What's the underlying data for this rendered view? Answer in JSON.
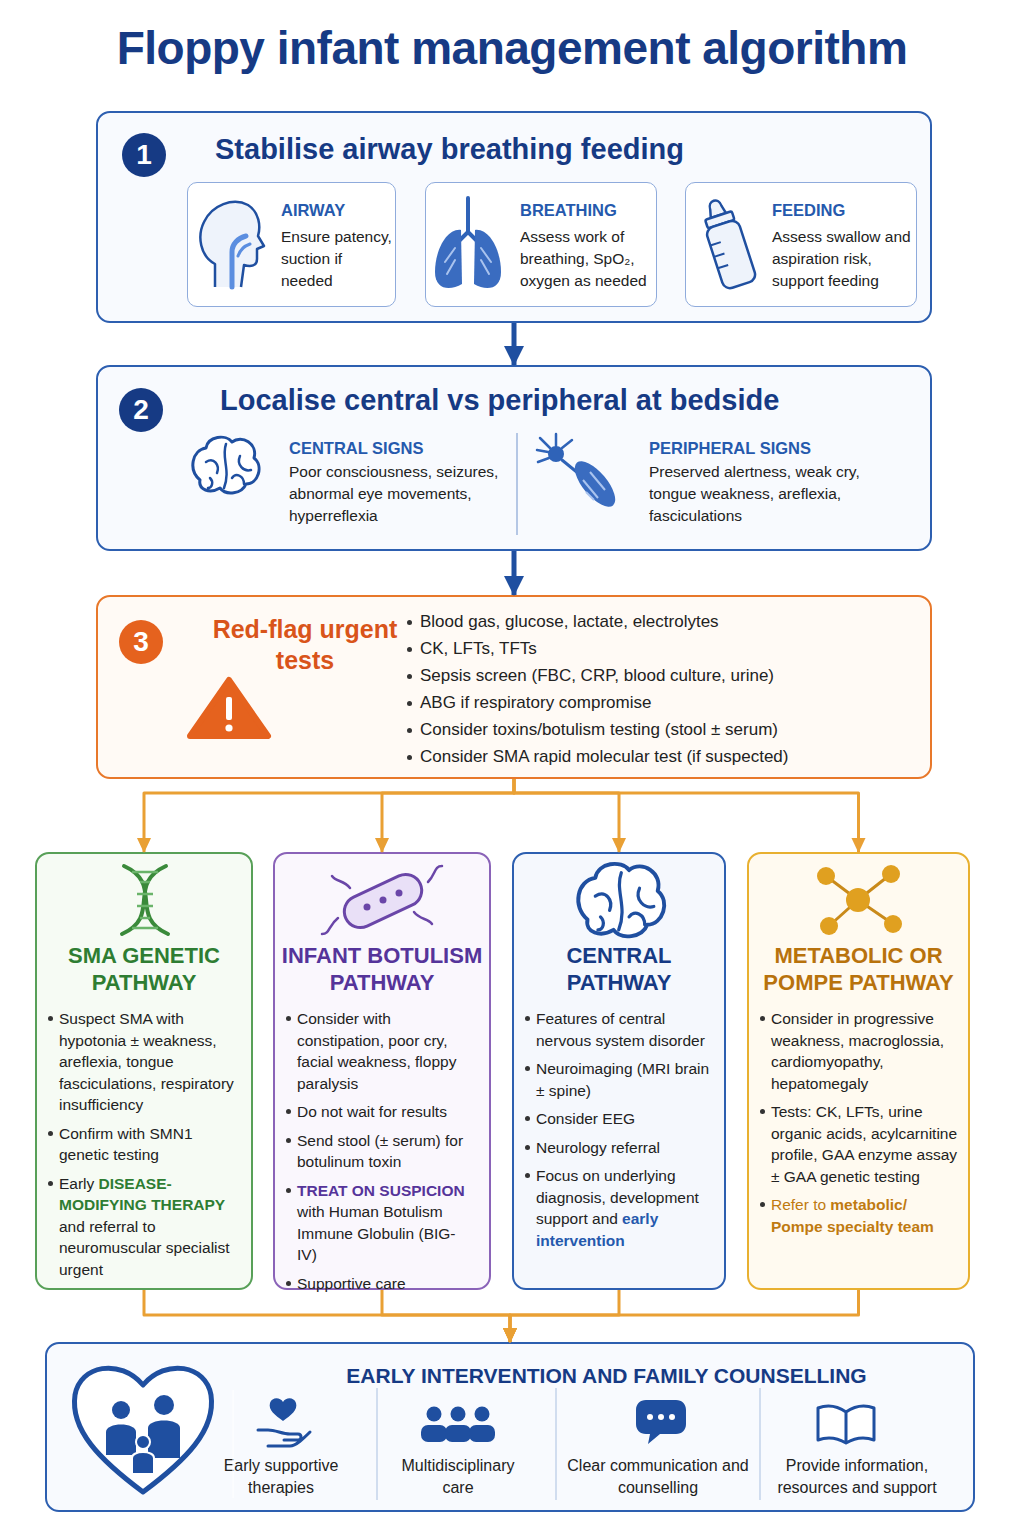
{
  "diagram": {
    "title": "Floppy infant management algorithm",
    "nodes": [
      {
        "text": [
          "Stabilise airway breathing feeding"
        ]
      },
      {
        "text": [
          "1"
        ],
        "in": 0
      },
      {
        "text": [
          "AIRWAY",
          "Ensure patency, suction if needed"
        ],
        "in": 0
      },
      {
        "text": [
          "BREATHING",
          "Assess work of breathing, SpO₂, oxygen as needed"
        ],
        "in": 0
      },
      {
        "text": [
          "FEEDING",
          "Assess swallow and aspiration risk, support feeding"
        ],
        "in": 0
      },
      {
        "text": [
          "Localise central vs peripheral at bedside",
          "CENTRAL SIGNS",
          "Poor consciousness, seizures, abnormal eye movements, hyperreflexia",
          "PERIPHERAL SIGNS",
          "Preserved alertness, weak cry, tongue weakness, areflexia, fasciculations"
        ]
      },
      {
        "text": [
          "2"
        ],
        "in": 5
      },
      {
        "text": [
          "Red-flag urgent tests",
          "Blood gas, glucose, lactate, electrolytes",
          "CK, LFTs, TFTs",
          "Sepsis screen (FBC, CRP, blood culture, urine)",
          "ABG if respiratory compromise",
          "Consider toxins/botulism testing (stool ± serum)",
          "Consider SMA rapid molecular test (if suspected)"
        ]
      },
      {
        "text": [
          "3"
        ],
        "in": 7
      },
      {
        "text": [
          "SMA GENETIC PATHWAY",
          "Suspect SMA with hypotonia ± weakness, areflexia, tongue fasciculations, respiratory insufficiency",
          "Confirm with SMN1 genetic testing",
          "Early",
          "DISEASE-MODIFYING THERAPY",
          "and referral to neuromuscular specialist urgent"
        ]
      },
      {
        "text": [
          "INFANT BOTULISM PATHWAY",
          "Consider with constipation, poor cry, facial weakness, floppy paralysis",
          "Do not wait for results",
          "Send stool (± serum) for botulinum toxin",
          "TREAT ON SUSPICION",
          "with Human Botulism Immune Globulin (BIG-IV)",
          "Supportive care"
        ]
      },
      {
        "text": [
          "CENTRAL PATHWAY",
          "Features of central nervous system disorder",
          "Neuroimaging (MRI brain ± spine)",
          "Consider EEG",
          "Neurology referral",
          "Focus on underlying diagnosis, development support and",
          "early intervention"
        ]
      },
      {
        "text": [
          "METABOLIC OR POMPE PATHWAY",
          "Consider in progressive weakness, macroglossia, cardiomyopathy, hepatomegaly",
          "Tests: CK, LFTs, urine organic acids, acylcarnitine profile, GAA enzyme assay ± GAA genetic testing",
          "Refer to",
          "metabolic/ Pompe specialty team"
        ]
      },
      {
        "text": [
          "EARLY INTERVENTION AND FAMILY COUNSELLING",
          "Early supportive therapies",
          "Multidisciplinary care",
          "Clear communication and counselling",
          "Provide information, resources and support"
        ]
      }
    ],
    "edges": [
      {
        "from": 0,
        "to": 5,
        "arrow": "to"
      },
      {
        "from": 5,
        "to": 7,
        "arrow": "to"
      },
      {
        "from": 7,
        "to": 9,
        "arrow": "to"
      },
      {
        "from": 7,
        "to": 10,
        "arrow": "to"
      },
      {
        "from": 7,
        "to": 11,
        "arrow": "to"
      },
      {
        "from": 7,
        "to": 12,
        "arrow": "to"
      },
      {
        "from": 9,
        "to": 13,
        "arrow": "to"
      },
      {
        "from": 10,
        "to": 13,
        "arrow": "to"
      },
      {
        "from": 11,
        "to": 13,
        "arrow": "to"
      },
      {
        "from": 12,
        "to": 13,
        "arrow": "to"
      }
    ]
  }
}
